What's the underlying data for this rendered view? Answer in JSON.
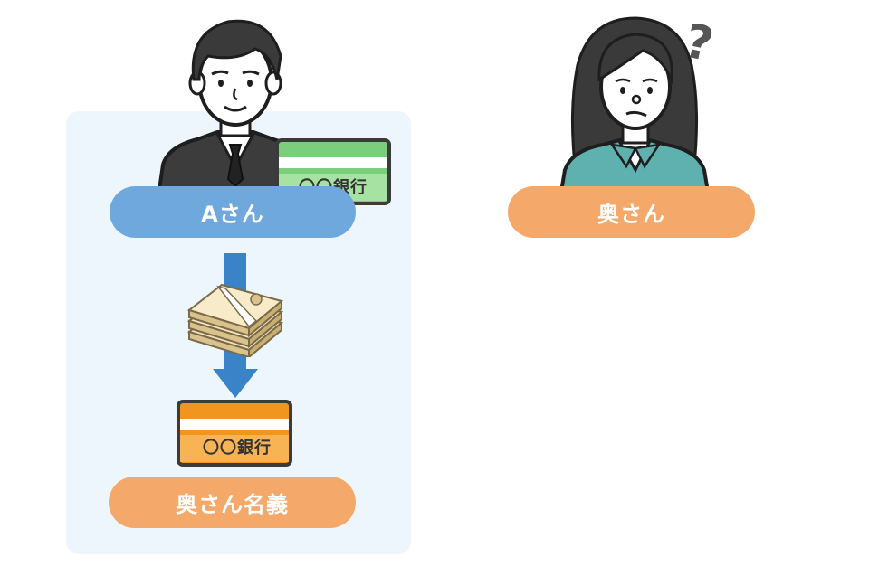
{
  "panel": {
    "man_label": "Aさん",
    "account_label": "奥さん名義",
    "man_bank_card_text": "〇〇銀行",
    "wife_bank_card_text": "〇〇銀行"
  },
  "wife": {
    "label": "奥さん",
    "question_mark": "?"
  },
  "colors": {
    "panel_bg": "#eef6fd",
    "blue_pill": "#6fa8dc",
    "orange_pill": "#f4a96a",
    "arrow": "#3a83c9",
    "green_card": "#7ccf7a",
    "orange_card": "#f0961e"
  }
}
